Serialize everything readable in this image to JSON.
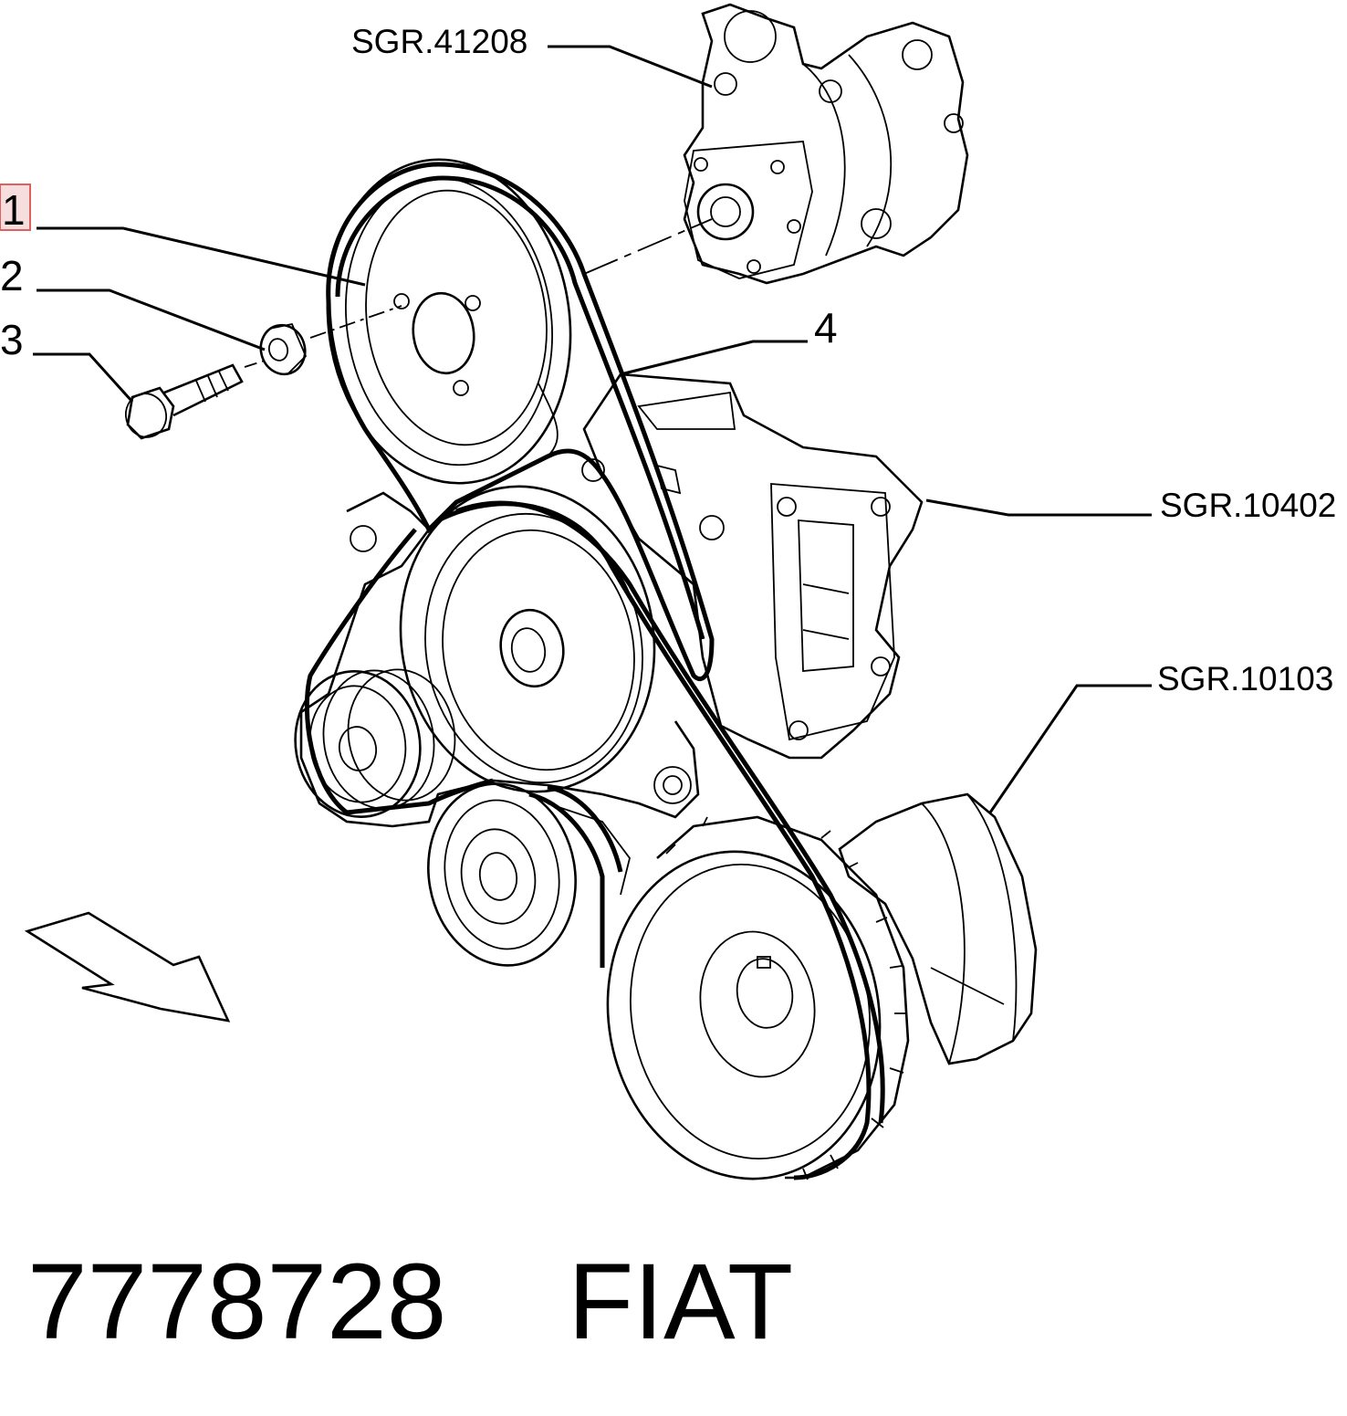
{
  "labels": {
    "item1": "1",
    "item2": "2",
    "item3": "3",
    "item4": "4",
    "ref_top": "SGR.41208",
    "ref_right_upper": "SGR.10402",
    "ref_right_lower": "SGR.10103"
  },
  "footer": {
    "part_number": "7778728",
    "brand": "FIAT"
  },
  "colors": {
    "line": "#000000",
    "background": "#ffffff",
    "highlight_fill": "#f7dede",
    "highlight_stroke": "#e06060"
  }
}
